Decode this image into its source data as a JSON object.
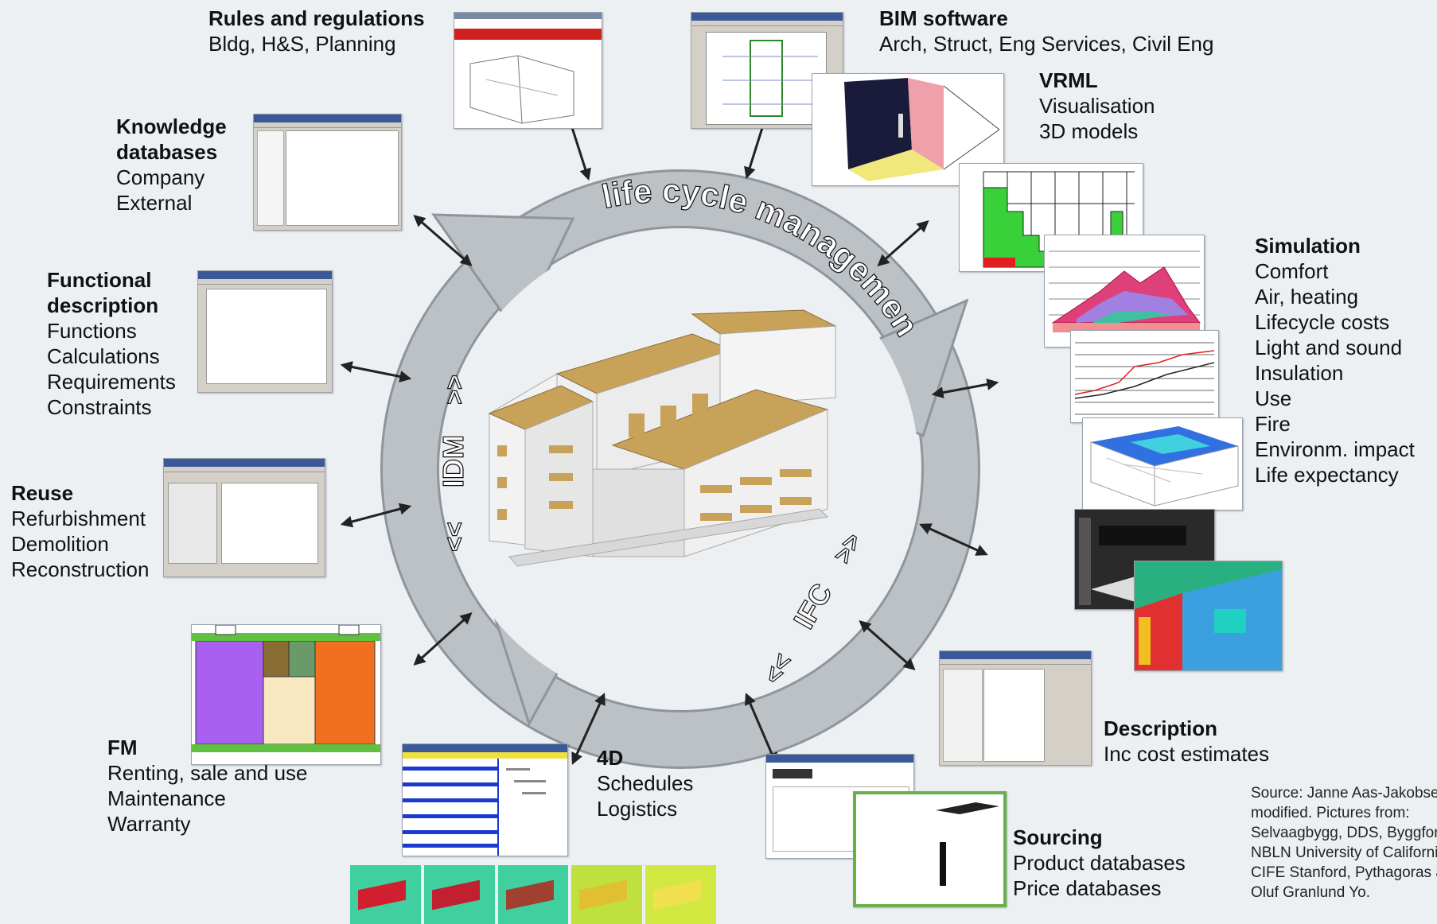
{
  "diagram": {
    "ring_label": "life cycle management",
    "idm_label": "IDM",
    "ifc_label": "IFC",
    "idm_chevrons_top": ">>",
    "idm_chevrons_bottom": "<<",
    "ifc_chevrons_top": ">>",
    "ifc_chevrons_bottom": "<<"
  },
  "categories": {
    "rules": {
      "title": "Rules and regulations",
      "lines": [
        "Bldg, H&S, Planning"
      ]
    },
    "bim": {
      "title": "BIM software",
      "lines": [
        "Arch, Struct, Eng Services, Civil Eng"
      ]
    },
    "vrml": {
      "title": "VRML",
      "lines": [
        "Visualisation",
        "3D models"
      ]
    },
    "knowledge": {
      "title": "Knowledge databases",
      "title_lines": [
        "Knowledge",
        "databases"
      ],
      "lines": [
        "Company",
        "External"
      ]
    },
    "functional": {
      "title": "Functional description",
      "title_lines": [
        "Functional",
        "description"
      ],
      "lines": [
        "Functions",
        "Calculations",
        "Requirements",
        "Constraints"
      ]
    },
    "simulation": {
      "title": "Simulation",
      "lines": [
        "Comfort",
        "Air, heating",
        "Lifecycle costs",
        "Light and sound",
        "Insulation",
        "Use",
        "Fire",
        "Environm. impact",
        "Life expectancy"
      ]
    },
    "reuse": {
      "title": "Reuse",
      "lines": [
        "Refurbishment",
        "Demolition",
        "Reconstruction"
      ]
    },
    "fm": {
      "title": "FM",
      "lines": [
        "Renting, sale and use",
        "Maintenance",
        "Warranty"
      ]
    },
    "fourd": {
      "title": "4D",
      "lines": [
        "Schedules",
        "Logistics"
      ]
    },
    "description": {
      "title": "Description",
      "lines": [
        "Inc cost estimates"
      ]
    },
    "sourcing": {
      "title": "Sourcing",
      "lines": [
        "Product databases",
        "Price databases"
      ]
    }
  },
  "source_note": [
    "Source: Janne Aas-Jakobsen",
    "modified. Pictures from:",
    "Selvaagbygg, DDS, Byggforsk",
    "NBLN University of California,",
    "CIFE Stanford, Pythagoras and",
    "Oluf Granlund Yo."
  ],
  "colors": {
    "background": "#edf0f3",
    "arrow_fill": "#b9bec4",
    "arrow_stroke": "#8e959c",
    "roof": "#c9a25a",
    "wall": "#f4f4f4"
  }
}
